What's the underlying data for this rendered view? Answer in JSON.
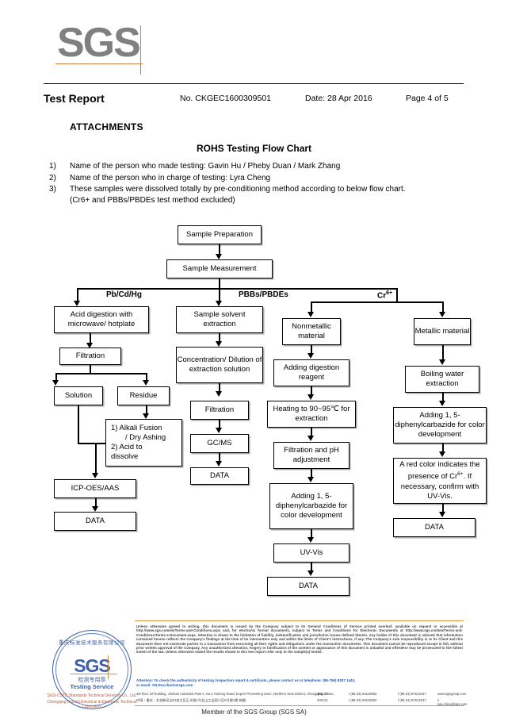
{
  "header": {
    "logo": "SGS",
    "title": "Test Report",
    "report_no": "No. CKGEC1600309501",
    "date": "Date: 28 Apr 2016",
    "page": "Page 4 of 5"
  },
  "body": {
    "attachments_heading": "ATTACHMENTS",
    "chart_title": "ROHS Testing Flow Chart",
    "notes": [
      {
        "num": "1)",
        "text": "Name of the person who made testing: Gavin Hu / Pheby Duan / Mark Zhang",
        "cont": ""
      },
      {
        "num": "2)",
        "text": "Name of the person who in charge of testing: Lyra Cheng",
        "cont": ""
      },
      {
        "num": "3)",
        "text": "These samples were dissolved totally by pre-conditioning method according to below flow chart.",
        "cont": "(Cr6+ and PBBs/PBDEs test method excluded)"
      }
    ]
  },
  "flowchart": {
    "root": "Sample Preparation",
    "second": "Sample Measurement",
    "branch_labels": {
      "pb": "Pb/Cd/Hg",
      "pbbs": "PBBs/PBDEs",
      "cr_main": "Cr",
      "cr_sup": "6+"
    },
    "col_pb": {
      "b1": "Acid digestion with microwave/ hotplate",
      "b2": "Filtration",
      "b3": "Solution",
      "b4": "Residue",
      "b5_l1": "1) Alkali Fusion",
      "b5_l2": "/ Dry Ashing",
      "b5_l3": "2) Acid to",
      "b5_l4": "dissolve",
      "b6": "ICP-OES/AAS",
      "b7": "DATA"
    },
    "col_pbbs": {
      "b1": "Sample solvent extraction",
      "b2": "Concentration/ Dilution of extraction solution",
      "b3": "Filtration",
      "b4": "GC/MS",
      "b5": "DATA"
    },
    "col_nonmetal": {
      "b1": "Nonmetallic material",
      "b2": "Adding digestion reagent",
      "b3": "Heating to 90~95℃ for extraction",
      "b4": "Filtration and pH adjustment",
      "b5": "Adding 1, 5-diphenylcarbazide for color development",
      "b6": "UV-Vis",
      "b7": "DATA"
    },
    "col_metal": {
      "b1": "Metallic material",
      "b2": "Boiling water extraction",
      "b3": "Adding 1, 5-diphenylcarbazide for color development",
      "b4_pre": "A red color indicates the presence of Cr",
      "b4_sup": "6+",
      "b4_post": ". If necessary, confirm with UV-Vis.",
      "b5": "DATA"
    }
  },
  "footer": {
    "disclaimer": "Unless otherwise agreed in writing, this document is issued by the Company subject to its General Conditions of Service printed overleaf, available on request or accessible at http://www.sgs.com/en/Terms-and-Conditions.aspx and, for electronic format documents, subject to Terms and Conditions for Electronic Documents at http://www.sgs.com/en/Terms-and-Conditions/Terms-e-Document.aspx. Attention is drawn to the limitation of liability, indemnification and jurisdiction issues defined therein. Any holder of this document is advised that information contained hereon reflects the Company's findings at the time of its intervention only and within the limits of Client's instructions, if any. The Company's sole responsibility is to its Client and this document does not exonerate parties to a transaction from exercising all their rights and obligations under the transaction documents. This document cannot be reproduced except in full, without prior written approval of the Company. Any unauthorized alteration, forgery or falsification of the content or appearance of this document is unlawful and offenders may be prosecuted to the fullest extent of the law. Unless otherwise stated the results shown in this test report refer only to the sample(s) tested .",
    "attention_line1": "Attention: To check the authenticity of testing /inspection report & certificate, please contact us at telephone: (86-755) 8307 1443,",
    "attention_line2": "or email: CN.Doccheck@sgs.com",
    "address_en": "4th floor, 5# building, Jinshan Industrial Park II, No.1 Huifeng Road, Export Processing Zone, Northern New District, Chongqing, China",
    "address_cn": "中国・重庆・北部新区出口加工区汇丰路1号金山工业园二区5号楼4楼 邮编:",
    "zip_label": "401122",
    "tel": "t (86-23) 63110882",
    "fax": "f (86-23) 67613247",
    "web": "www.sgsgroup.com",
    "email": "e sgs.china@sgs.com",
    "member": "Member of the SGS Group (SGS SA)"
  },
  "stamp": {
    "arc_cn": "重庆标准技术服务有限公司",
    "sgs": "SGS",
    "cn": "检测专用章",
    "testing_service": "Testing Service",
    "line1": "SGS-CSTC Standards Technical Services Co., Ltd.",
    "line2": "Chongqing Branch Electrical & Electronic Technical Laboratory"
  }
}
